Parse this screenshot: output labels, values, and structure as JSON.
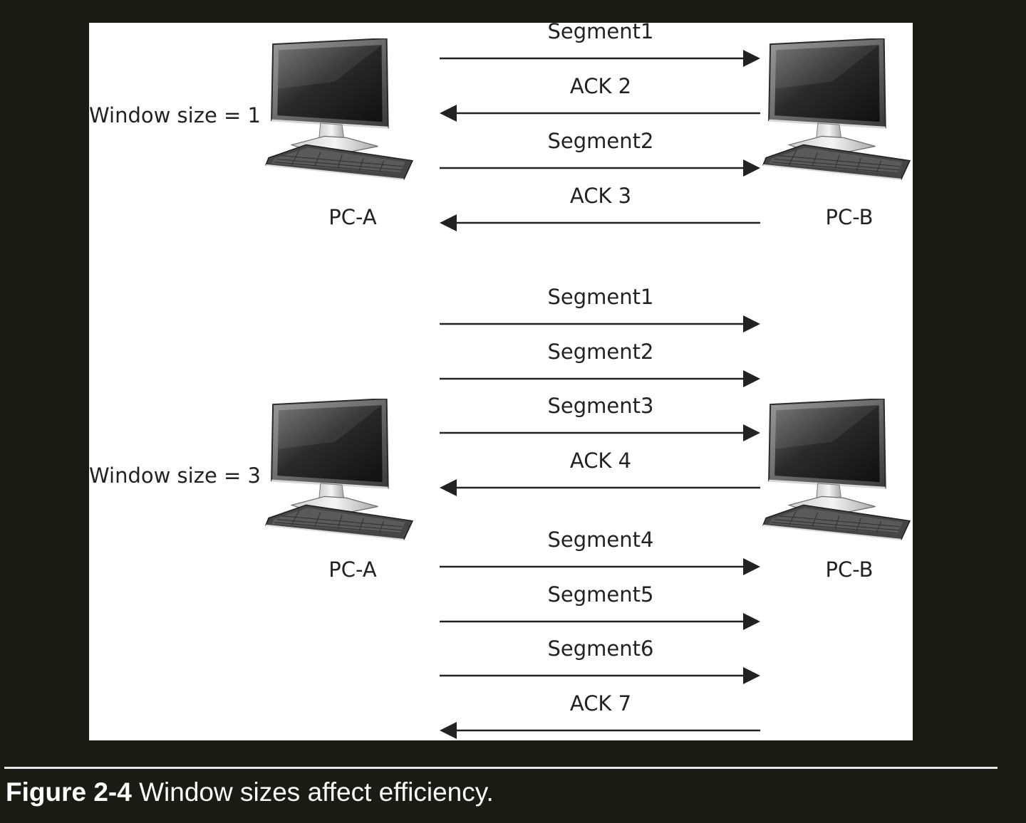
{
  "diagram": {
    "scenarios": [
      {
        "window_label": "Window size = 1",
        "sender_label": "PC-A",
        "receiver_label": "PC-B",
        "messages": [
          {
            "label": "Segment1",
            "direction": "to-receiver"
          },
          {
            "label": "ACK 2",
            "direction": "to-sender"
          },
          {
            "label": "Segment2",
            "direction": "to-receiver"
          },
          {
            "label": "ACK 3",
            "direction": "to-sender"
          }
        ]
      },
      {
        "window_label": "Window size = 3",
        "sender_label": "PC-A",
        "receiver_label": "PC-B",
        "messages": [
          {
            "label": "Segment1",
            "direction": "to-receiver"
          },
          {
            "label": "Segment2",
            "direction": "to-receiver"
          },
          {
            "label": "Segment3",
            "direction": "to-receiver"
          },
          {
            "label": "ACK 4",
            "direction": "to-sender"
          },
          {
            "label": "Segment4",
            "direction": "to-receiver"
          },
          {
            "label": "Segment5",
            "direction": "to-receiver"
          },
          {
            "label": "Segment6",
            "direction": "to-receiver"
          },
          {
            "label": "ACK 7",
            "direction": "to-sender"
          }
        ]
      }
    ],
    "icon": "desktop-computer-icon"
  },
  "caption": {
    "figure_number": "Figure 2-4",
    "text": "Window sizes affect efficiency."
  },
  "colors": {
    "page_background": "#1b1a13",
    "panel_background": "#ffffff",
    "arrow_color": "#222222"
  }
}
